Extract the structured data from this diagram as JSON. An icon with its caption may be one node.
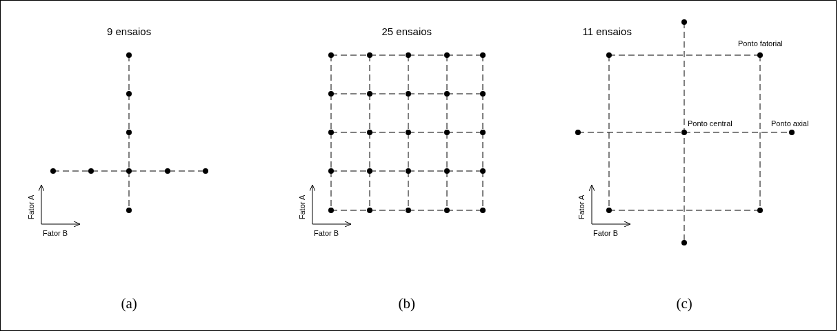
{
  "diagram": {
    "labels": [
      "9 ensaios",
      "25 ensaios",
      "11 ensaios",
      "Ponto fatorial",
      "Ponto central",
      "Ponto axial",
      "Fator A",
      "Fator B",
      "Fator A",
      "Fator B",
      "Fator A",
      "Fator B",
      "(a)",
      "(b)",
      "(c)"
    ]
  }
}
